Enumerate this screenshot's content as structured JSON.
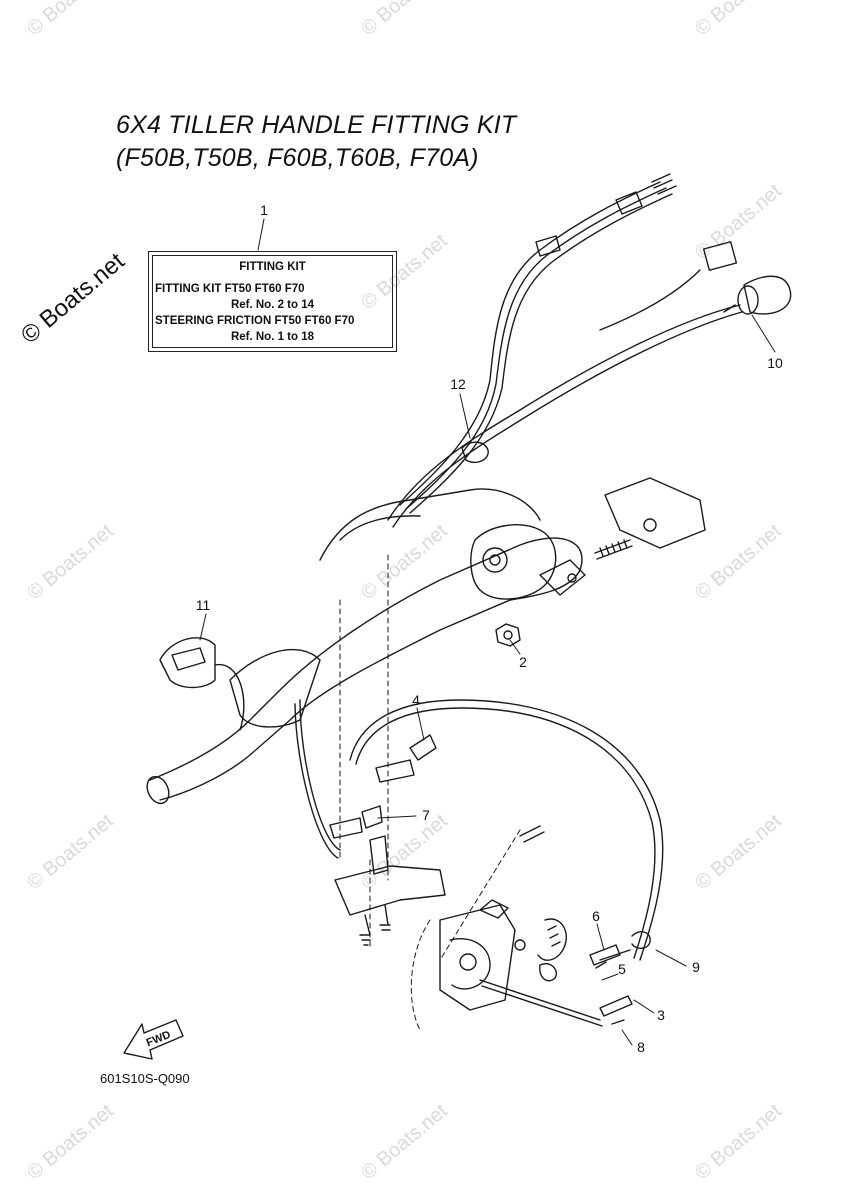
{
  "title": {
    "line1": "6X4 TILLER HANDLE FITTING KIT",
    "line2": "(F50B,T50B, F60B,T60B, F70A)"
  },
  "label_box": {
    "heading": "FITTING KIT",
    "line1": "FITTING KIT FT50  FT60  F70",
    "line2": "Ref. No. 2 to 14",
    "line3": "STEERING FRICTION FT50  FT60  F70",
    "line4": "Ref. No. 1 to 18"
  },
  "callouts": {
    "c1": "1",
    "c2": "2",
    "c3": "3",
    "c4": "4",
    "c5": "5",
    "c6": "6",
    "c7": "7",
    "c8": "8",
    "c9": "9",
    "c10": "10",
    "c11": "11",
    "c12": "12"
  },
  "fwd_label": "FWD",
  "diagram_code": "601S10S-Q090",
  "watermark": {
    "text": "© Boats.net",
    "dark_text": "© Boats.net"
  },
  "colors": {
    "line": "#1a1a1a",
    "watermark": "#d9d9d9"
  }
}
